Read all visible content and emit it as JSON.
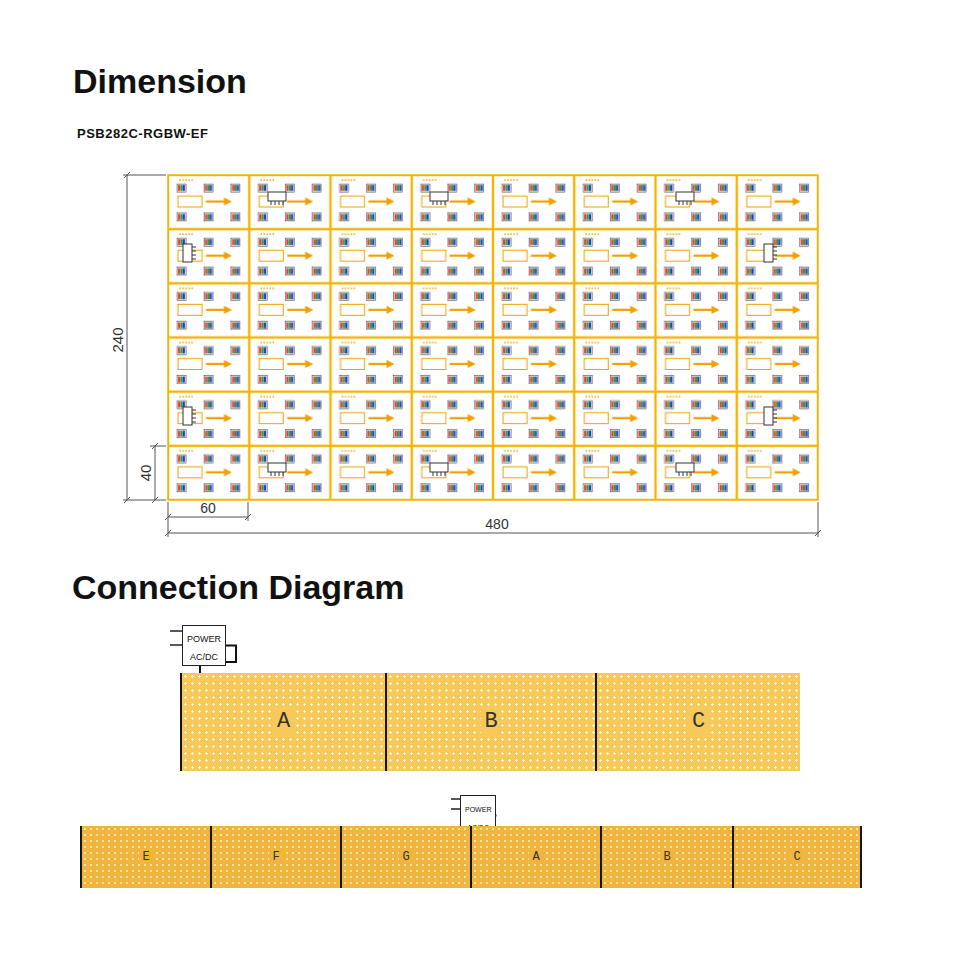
{
  "diagram": {
    "title": "Dimension",
    "nodes": [
      {
        "text": [
          "POWER AC/DC"
        ]
      },
      {
        "text": [
          "A"
        ]
      },
      {
        "text": [
          "B"
        ]
      },
      {
        "text": [
          "C"
        ]
      },
      {
        "text": [
          "POWER AC/DC"
        ]
      },
      {
        "text": [
          "E"
        ]
      },
      {
        "text": [
          "F"
        ]
      },
      {
        "text": [
          "G"
        ]
      },
      {
        "text": [
          "A"
        ]
      },
      {
        "text": [
          "B"
        ]
      },
      {
        "text": [
          "C"
        ]
      }
    ],
    "edges": [
      {
        "from": 0,
        "to": 1,
        "arrow": "none"
      },
      {
        "from": 4,
        "to": 8,
        "arrow": "none"
      }
    ],
    "labels": [
      "PSB282C-RGBW-EF",
      "240",
      "40",
      "60",
      "480",
      "Connection Diagram"
    ]
  }
}
